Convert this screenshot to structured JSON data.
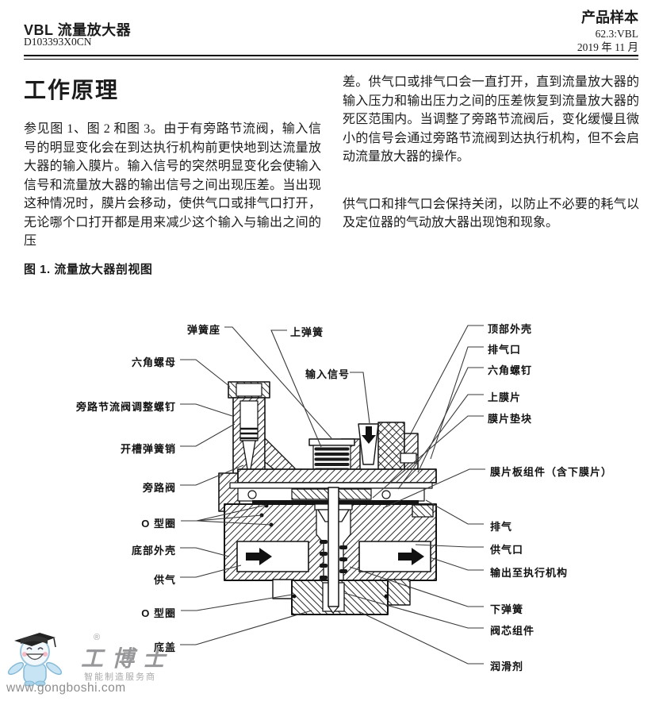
{
  "header": {
    "product_title": "VBL 流量放大器",
    "doc_number": "D103393X0CN",
    "doc_type": "产品样本",
    "doc_ref": "62.3:VBL",
    "doc_date": "2019 年 11 月"
  },
  "article": {
    "section_title": "工作原理",
    "left_paragraph": "参见图 1、图 2 和图 3。由于有旁路节流阀，输入信号的明显变化会在到达执行机构前更快地到达流量放大器的输入膜片。输入信号的突然明显变化会使输入信号和流量放大器的输出信号之间出现压差。当出现这种情况时，膜片会移动，使供气口或排气口打开，无论哪个口打开都是用来减少这个输入与输出之间的压",
    "right_paragraph_1": "差。供气口或排气口会一直打开，直到流量放大器的输入压力和输出压力之间的压差恢复到流量放大器的死区范围内。当调整了旁路节流阀后，变化缓慢且微小的信号会通过旁路节流阀到达执行机构，但不会启动流量放大器的操作。",
    "right_paragraph_2": "供气口和排气口会保持关闭，以防止不必要的耗气以及定位器的气动放大器出现饱和现象。"
  },
  "figure": {
    "caption": "图 1. 流量放大器剖视图",
    "labels": {
      "spring_seat": "弹簧座",
      "upper_spring": "上弹簧",
      "input_signal": "输入信号",
      "hex_nut": "六角螺母",
      "bypass_adjust_screw": "旁路节流阀调整螺钉",
      "slotted_spring_pin": "开槽弹簧销",
      "bypass_valve": "旁路阀",
      "o_ring_top": "O 型圈",
      "bottom_housing": "底部外壳",
      "supply": "供气",
      "o_ring_bottom": "O 型圈",
      "bottom_cover": "底盖",
      "top_housing": "顶部外壳",
      "exhaust_port": "排气口",
      "hex_screw": "六角螺钉",
      "upper_diaphragm": "上膜片",
      "diaphragm_spacer": "膜片垫块",
      "diaphragm_plate_assembly": "膜片板组件（含下膜片）",
      "exhaust": "排气",
      "supply_port": "供气口",
      "output_to_actuator": "输出至执行机构",
      "lower_spring": "下弹簧",
      "valve_plug_assembly": "阀芯组件",
      "lubricant": "润滑剂"
    }
  },
  "watermark": {
    "brand": "工博士",
    "registered": "®",
    "slogan": "智能制造服务商",
    "url": "www.gongboshi.com"
  },
  "colors": {
    "ink": "#1b1b1b",
    "watermark_gray": "#97979a",
    "mascot_blue": "#c7e4f4"
  }
}
